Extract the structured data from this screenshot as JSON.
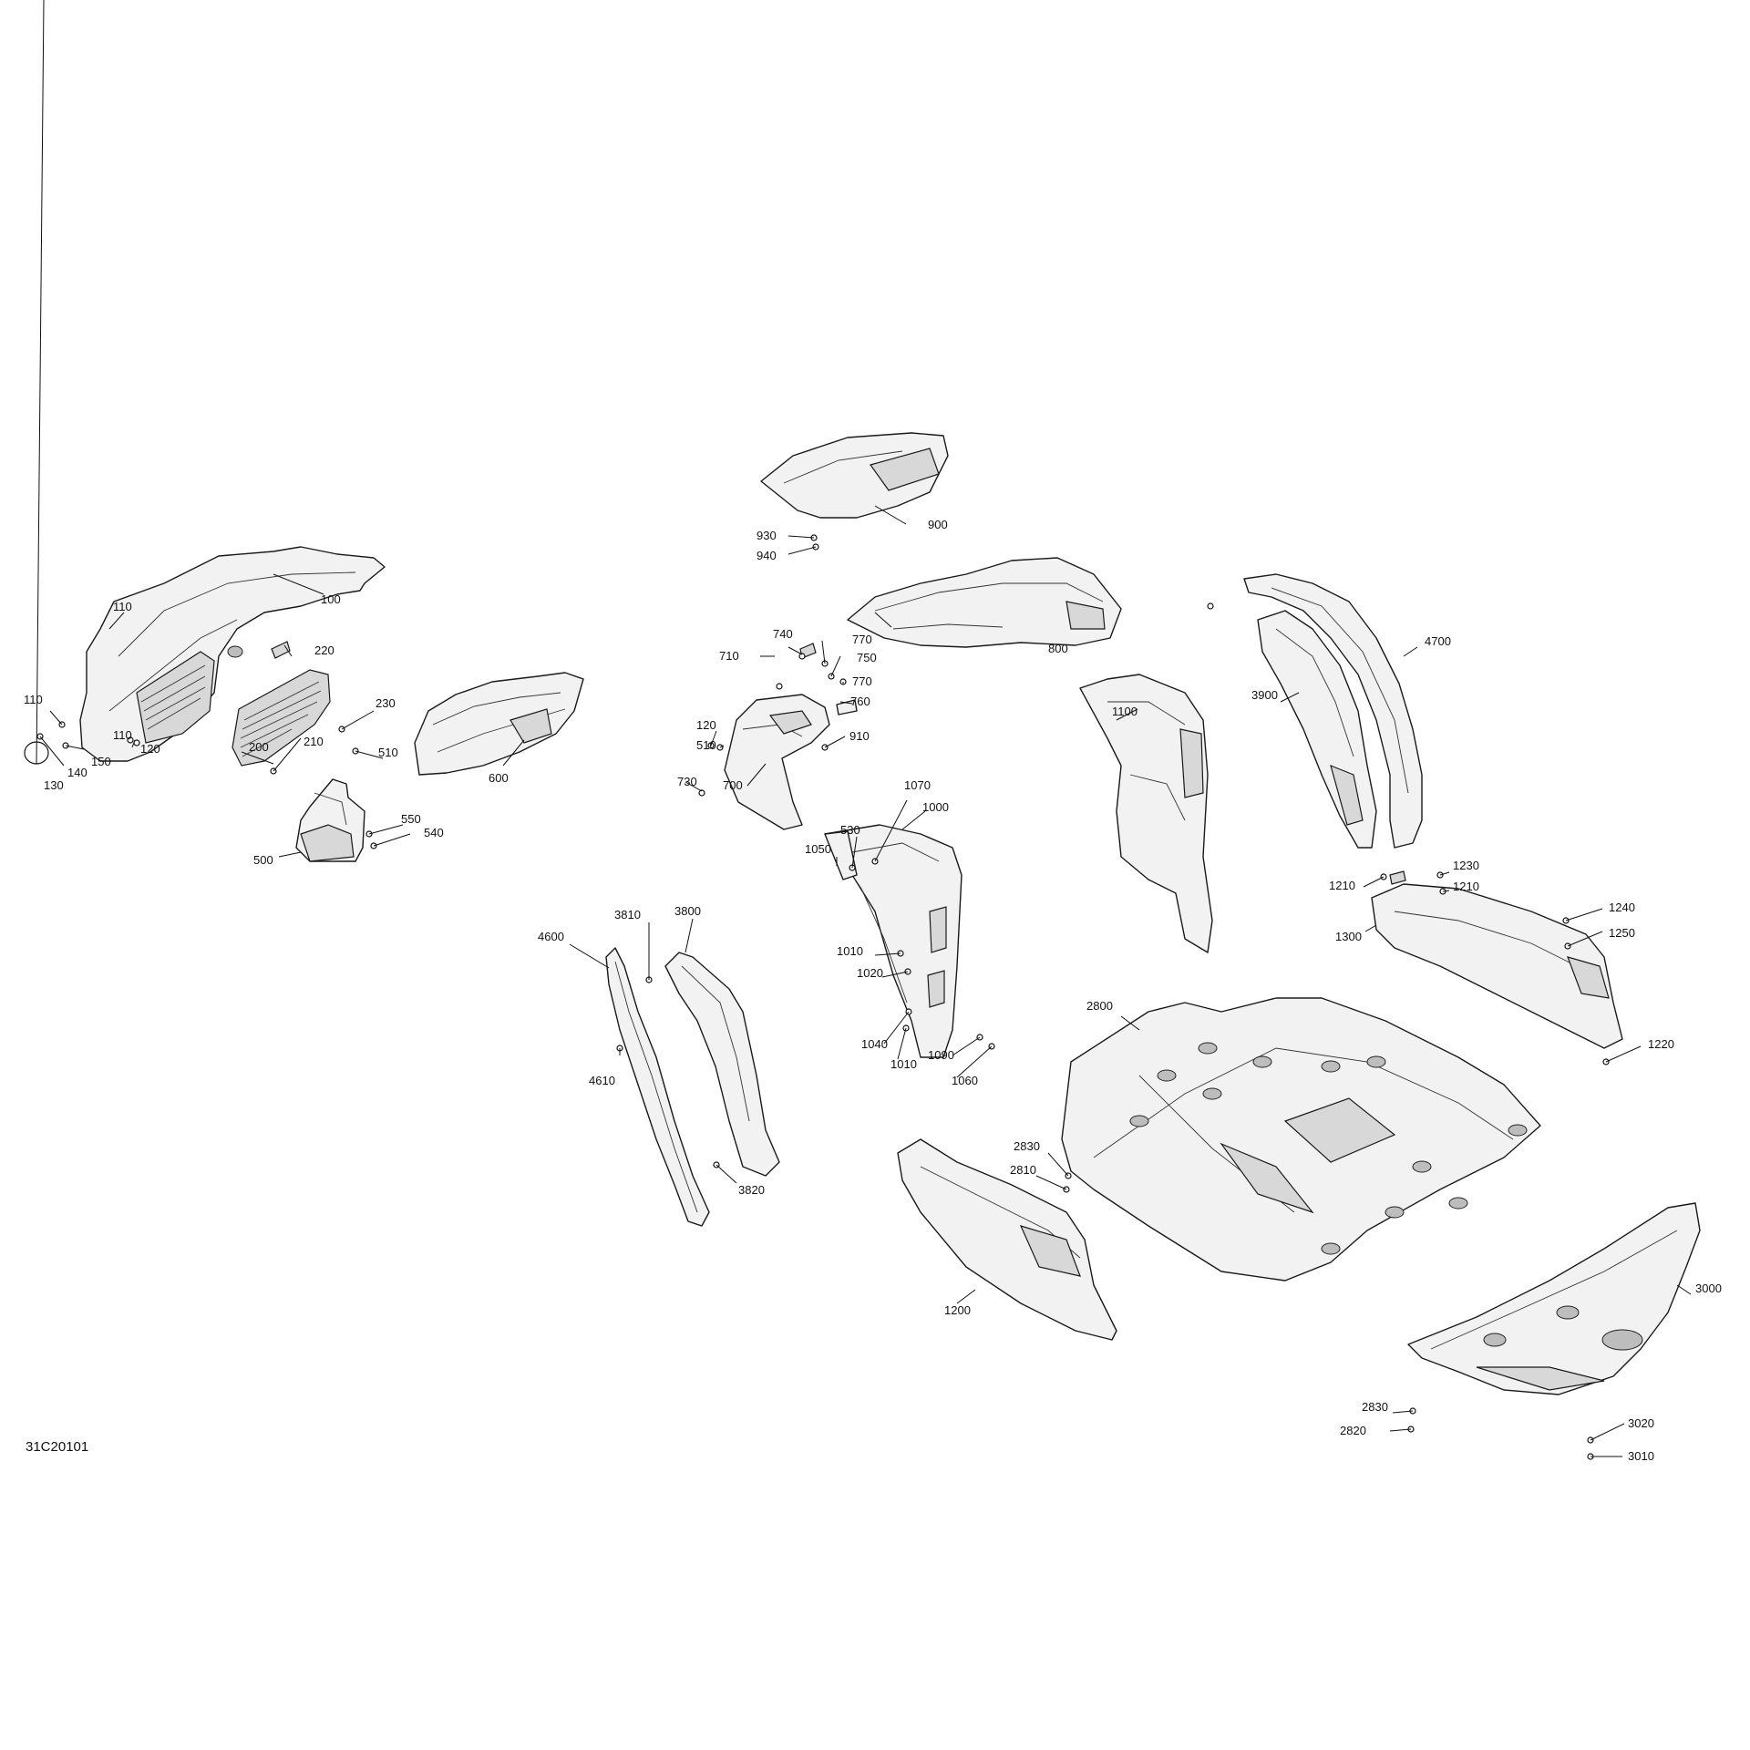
{
  "diagram_code": "31C20101",
  "callouts": {
    "c100": "100",
    "c110a": "110",
    "c110b": "110",
    "c110c": "110",
    "c120a": "120",
    "c120b": "120",
    "c130": "130",
    "c140": "140",
    "c150": "150",
    "c200": "200",
    "c210": "210",
    "c220": "220",
    "c230": "230",
    "c500": "500",
    "c510a": "510",
    "c510b": "510",
    "c530": "530",
    "c540": "540",
    "c550": "550",
    "c600": "600",
    "c700": "700",
    "c710": "710",
    "c730": "730",
    "c740": "740",
    "c750": "750",
    "c760": "760",
    "c770a": "770",
    "c770b": "770",
    "c800": "800",
    "c900": "900",
    "c910": "910",
    "c930": "930",
    "c940": "940",
    "c1000": "1000",
    "c1010a": "1010",
    "c1010b": "1010",
    "c1020": "1020",
    "c1040": "1040",
    "c1050": "1050",
    "c1060": "1060",
    "c1070": "1070",
    "c1090": "1090",
    "c1100": "1100",
    "c1200": "1200",
    "c1210a": "1210",
    "c1210b": "1210",
    "c1220": "1220",
    "c1230": "1230",
    "c1240": "1240",
    "c1250": "1250",
    "c1300": "1300",
    "c2800": "2800",
    "c2810": "2810",
    "c2820": "2820",
    "c2830a": "2830",
    "c2830b": "2830",
    "c3000": "3000",
    "c3010": "3010",
    "c3020": "3020",
    "c3800": "3800",
    "c3810": "3810",
    "c3820": "3820",
    "c3900": "3900",
    "c4600": "4600",
    "c4610": "4610",
    "c4700": "4700"
  }
}
